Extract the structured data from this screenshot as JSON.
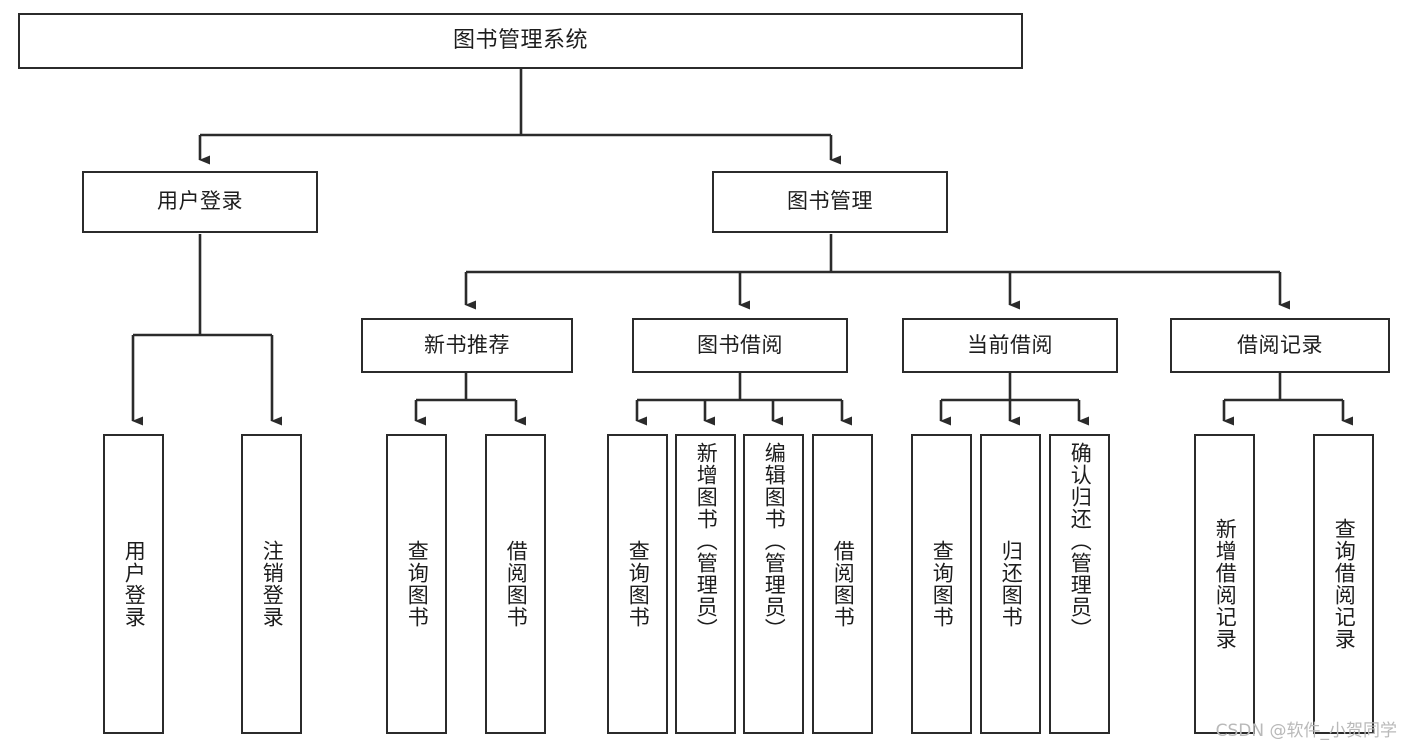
{
  "diagram": {
    "title": "图书管理系统",
    "type": "tree-hierarchy-chart",
    "watermark": "CSDN @软件_小贺同学",
    "colors": {
      "stroke": "#2b2b2b",
      "fill": "#ffffff",
      "text": "#1d1d1d",
      "watermark": "#b9b9b9"
    },
    "root": {
      "label": "图书管理系统"
    },
    "level2": [
      {
        "label": "用户登录"
      },
      {
        "label": "图书管理"
      }
    ],
    "level3": [
      {
        "label": "新书推荐"
      },
      {
        "label": "图书借阅"
      },
      {
        "label": "当前借阅"
      },
      {
        "label": "借阅记录"
      }
    ],
    "leaves": {
      "user_login": [
        {
          "label": "用户登录"
        },
        {
          "label": "注销登录"
        }
      ],
      "new_book_recommend": [
        {
          "label": "查询图书"
        },
        {
          "label": "借阅图书"
        }
      ],
      "book_borrow": [
        {
          "label": "查询图书"
        },
        {
          "label": "新增图书（管理员）"
        },
        {
          "label": "编辑图书（管理员）"
        },
        {
          "label": "借阅图书"
        }
      ],
      "current_borrow": [
        {
          "label": "查询图书"
        },
        {
          "label": "归还图书"
        },
        {
          "label": "确认归还（管理员）"
        }
      ],
      "borrow_record": [
        {
          "label": "新增借阅记录"
        },
        {
          "label": "查询借阅记录"
        }
      ]
    }
  }
}
